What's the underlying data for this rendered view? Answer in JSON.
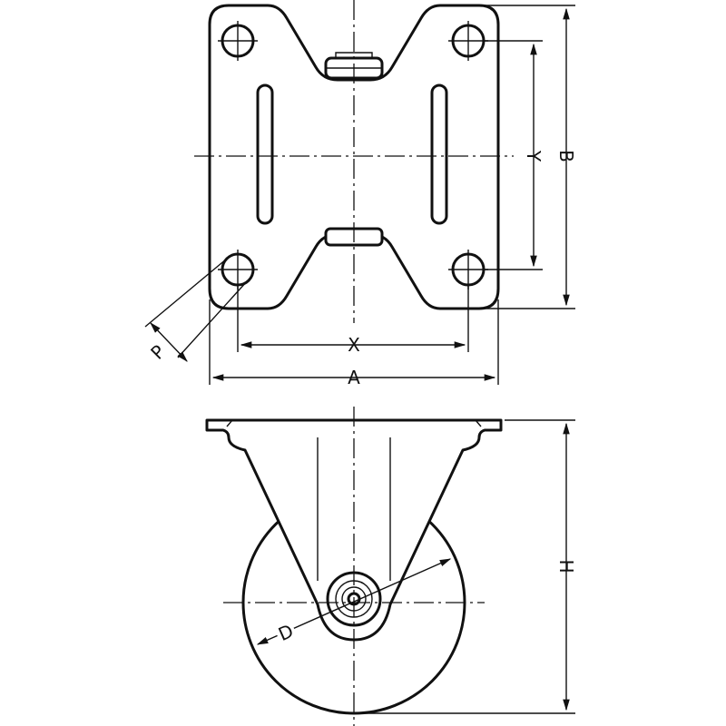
{
  "diagram": {
    "dimension_labels": {
      "A": "A",
      "B": "B",
      "X": "X",
      "Y": "Y",
      "P": "P",
      "H": "H",
      "D": "D"
    }
  }
}
